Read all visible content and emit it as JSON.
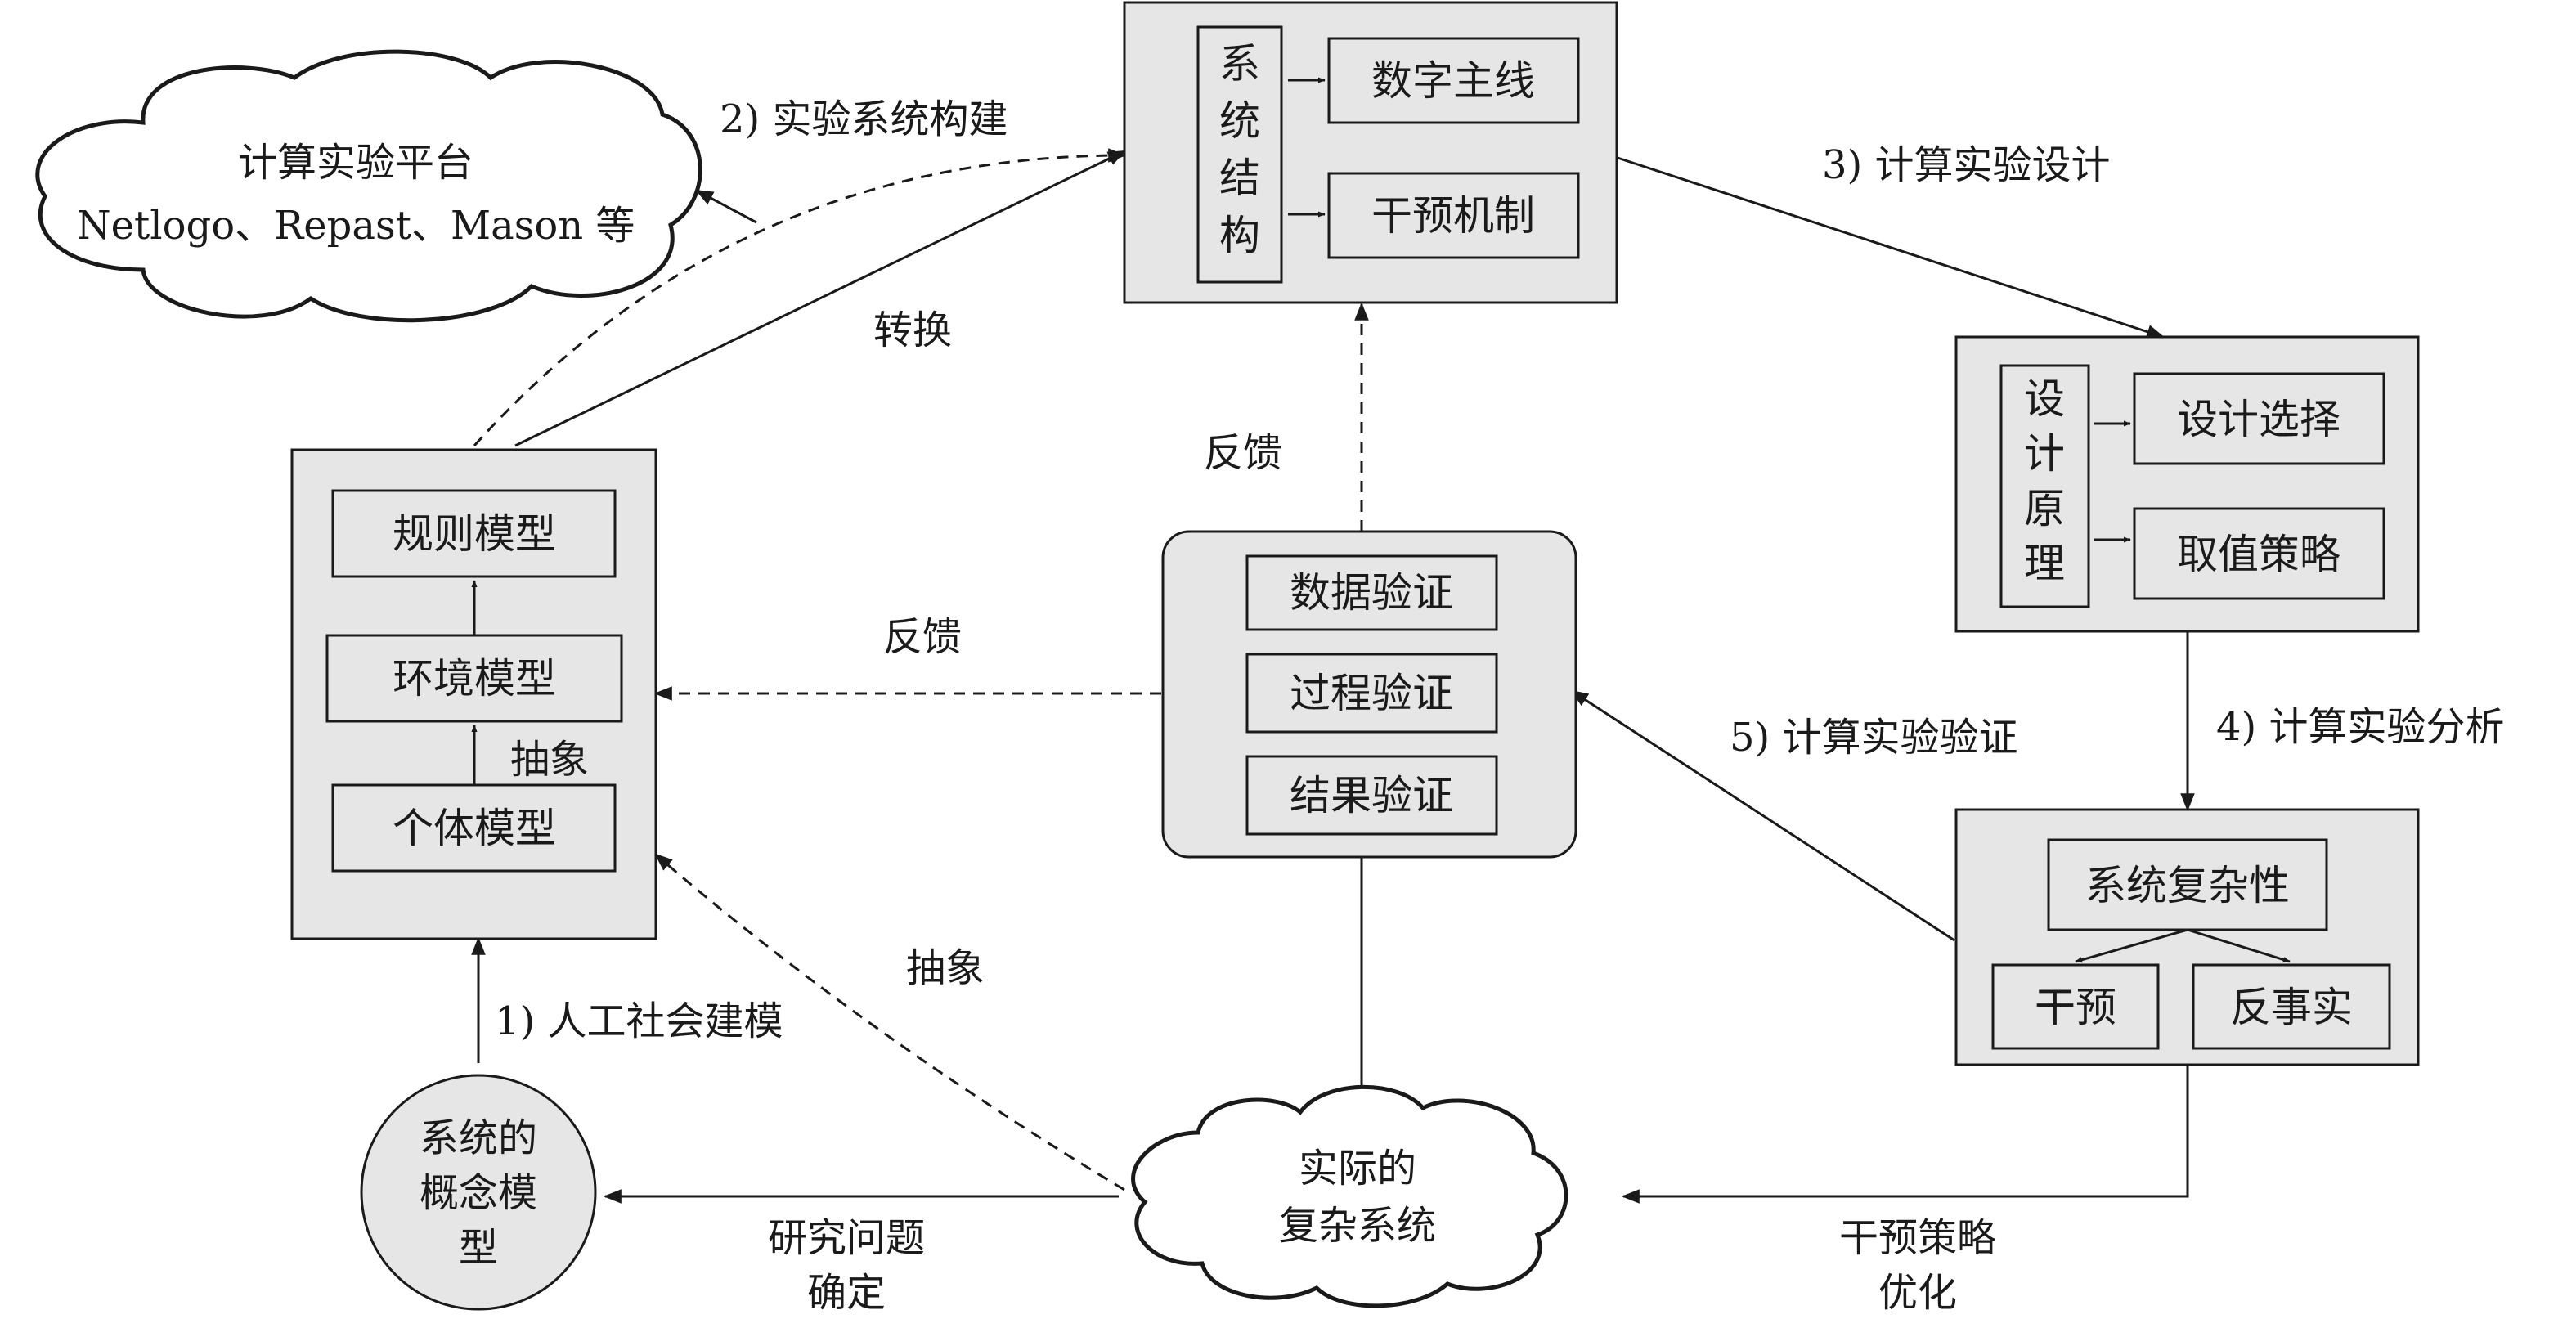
{
  "nodes": {
    "platform_title": "计算实验平台",
    "platform_tools": "Netlogo、Repast、Mason 等",
    "system_structure": [
      "系",
      "统",
      "结",
      "构"
    ],
    "digital_thread": "数字主线",
    "intervention_mechanism": "干预机制",
    "design_principle": [
      "设",
      "计",
      "原",
      "理"
    ],
    "design_selection": "设计选择",
    "value_strategy": "取值策略",
    "rule_model": "规则模型",
    "env_model": "环境模型",
    "individual_model": "个体模型",
    "data_validation": "数据验证",
    "process_validation": "过程验证",
    "result_validation": "结果验证",
    "system_complexity": "系统复杂性",
    "intervention": "干预",
    "counterfactual": "反事实",
    "concept_model": [
      "系统的",
      "概念模",
      "型"
    ],
    "real_system": [
      "实际的",
      "复杂系统"
    ]
  },
  "labels": {
    "step2": "2) 实验系统构建",
    "step3": "3) 计算实验设计",
    "step4": "4) 计算实验分析",
    "step5": "5) 计算实验验证",
    "step1": "1) 人工社会建模",
    "convert": "转换",
    "feedback_top": "反馈",
    "feedback_mid": "反馈",
    "abstract_inner": "抽象",
    "abstract_lower": "抽象",
    "research_problem": [
      "研究问题",
      "确定"
    ],
    "optimize": [
      "干预策略",
      "优化"
    ]
  }
}
